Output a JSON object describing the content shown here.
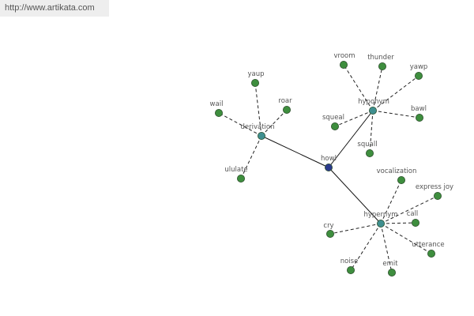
{
  "banner": {
    "url": "http://www.artikata.com"
  },
  "colors": {
    "center": "#2b3a8c",
    "hub": "#3f8f8f",
    "leaf": "#3e8e3e",
    "node_outline": "#2d4f2d",
    "edge": "#111111",
    "label": "#555555"
  },
  "graph": {
    "center": {
      "label": "howl"
    },
    "hubs": [
      {
        "label": "derivation",
        "leaves": [
          "wail",
          "yaup",
          "roar",
          "ululate"
        ]
      },
      {
        "label": "hyponym",
        "leaves": [
          "vroom",
          "thunder",
          "yawp",
          "squeal",
          "bawl",
          "squall"
        ]
      },
      {
        "label": "hypernym",
        "leaves": [
          "vocalization",
          "express joy",
          "call",
          "cry",
          "utterance",
          "noise",
          "emit"
        ]
      }
    ]
  }
}
